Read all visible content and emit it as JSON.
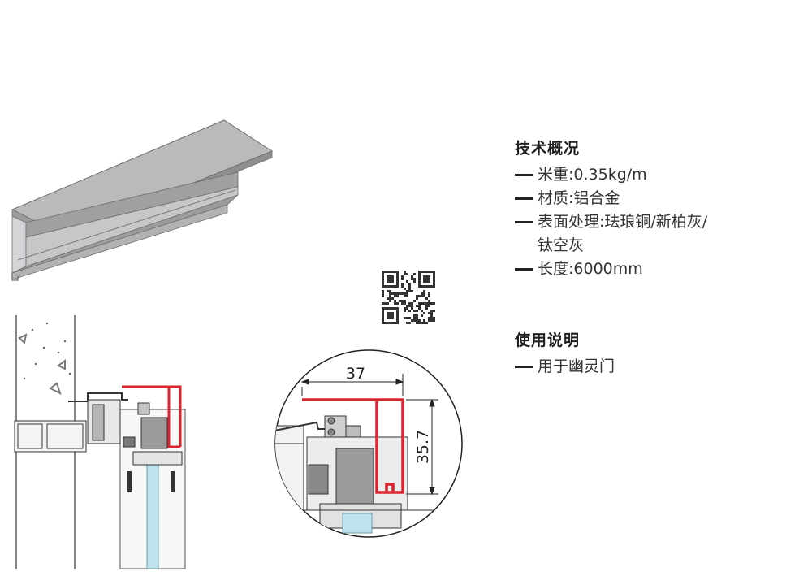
{
  "specs": {
    "title": "技术概况",
    "items": [
      "米重:0.35kg/m",
      "材质:铝合金",
      "表面处理:珐琅铜/新柏灰/\n钛空灰",
      "长度:6000mm"
    ]
  },
  "usage": {
    "title": "使用说明",
    "items": [
      "用于幽灵门"
    ]
  },
  "dimensions": {
    "width": "37",
    "height": "35.7"
  },
  "colors": {
    "accent": "#d9252f",
    "profile_grey": "#a8a9ab",
    "line": "#3a3a3a",
    "glass": "#bfe3ec"
  }
}
